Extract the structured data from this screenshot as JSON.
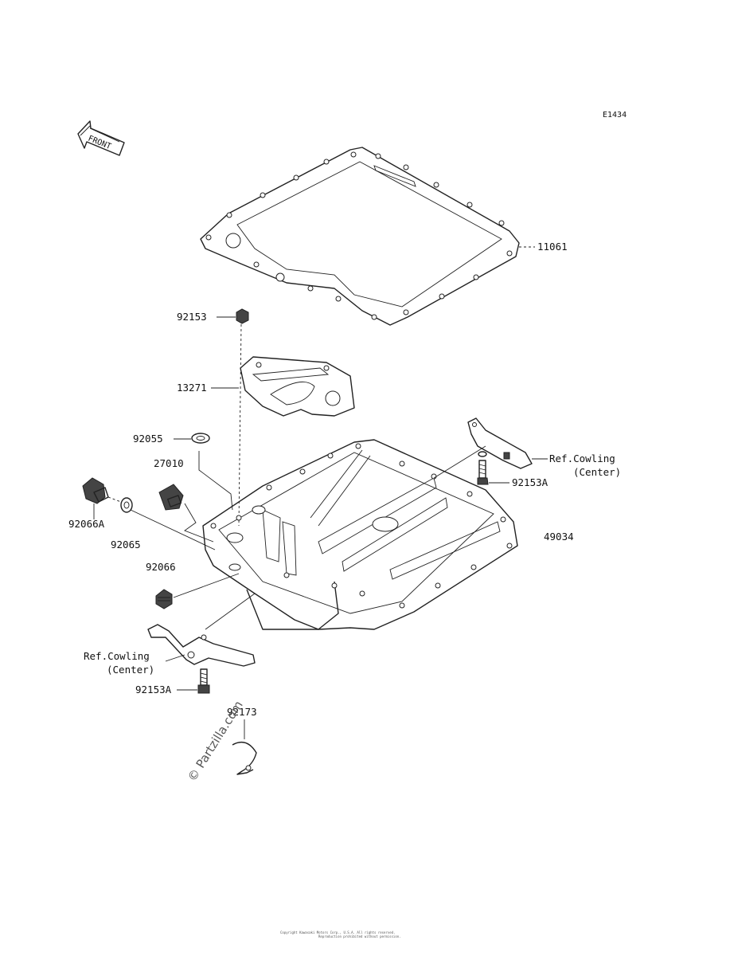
{
  "diagram_code": "E1434",
  "front_label": "FRONT",
  "watermark": "© Partzilla.com",
  "footer_text": [
    "Copyright Kawasaki Motors Corp., U.S.A. All rights reserved.",
    "Reproduction prohibited without permission."
  ],
  "callouts": {
    "p11061": "11061",
    "p92153": "92153",
    "p13271": "13271",
    "p92055": "92055",
    "p27010": "27010",
    "p92066A": "92066A",
    "p92065": "92065",
    "p92066": "92066",
    "p49034": "49034",
    "p92153A_right": "92153A",
    "p92153A_bottom": "92153A",
    "p92173": "92173"
  },
  "refs": {
    "right_line1": "Ref.Cowling",
    "right_line2": "(Center)",
    "left_line1": "Ref.Cowling",
    "left_line2": "(Center)"
  }
}
